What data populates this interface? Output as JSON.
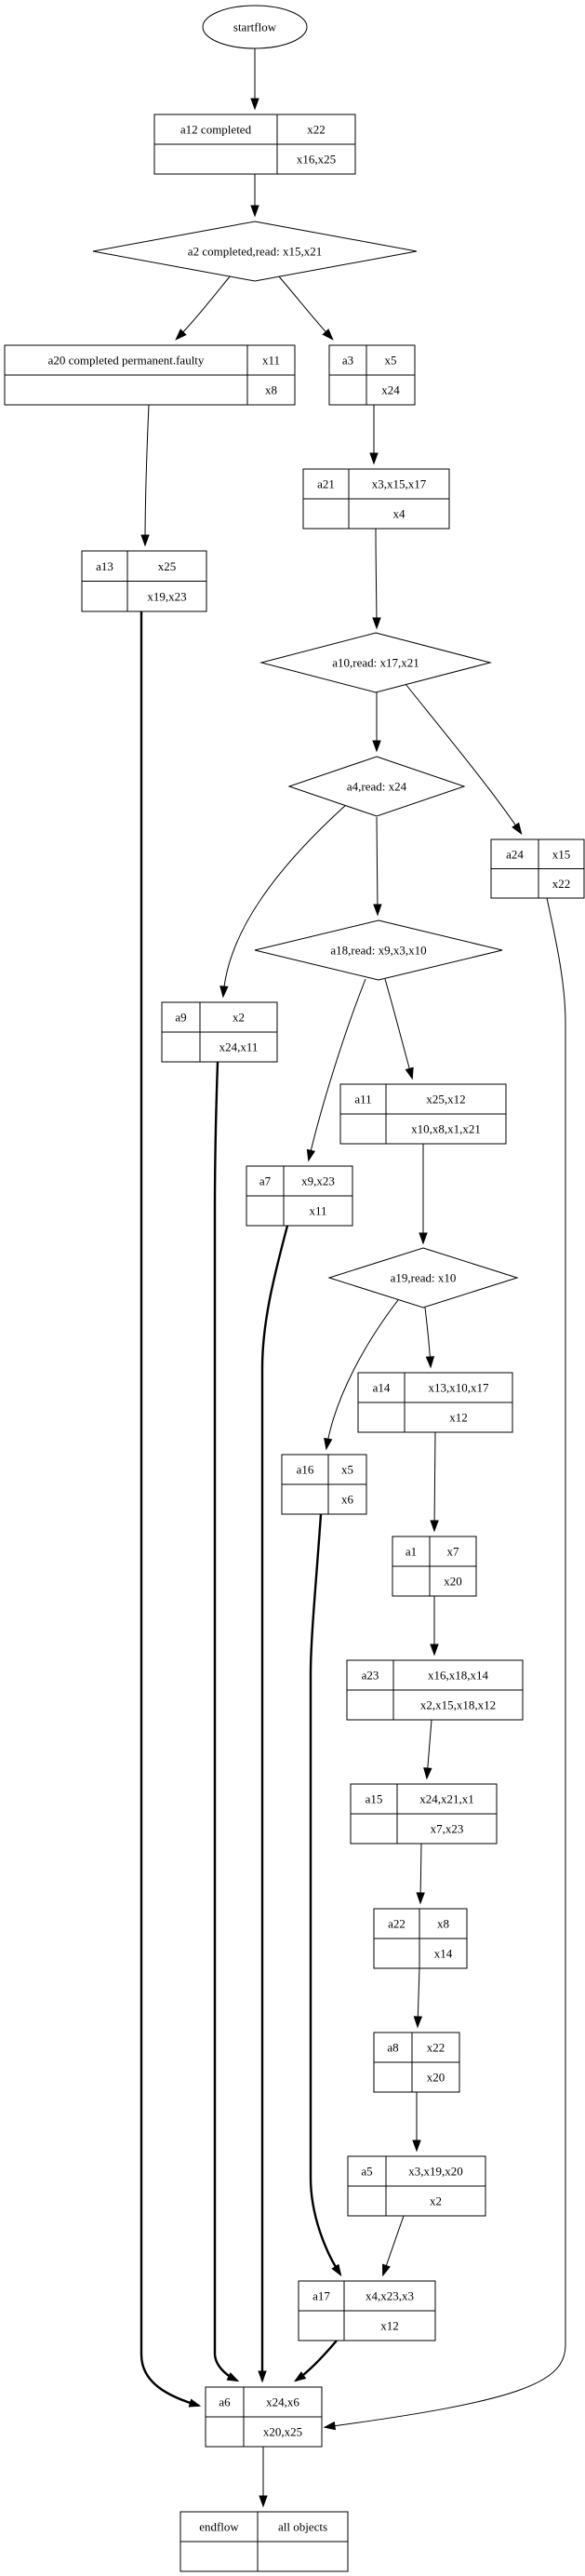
{
  "diagram": {
    "type": "workflow",
    "start": {
      "id": "startflow",
      "label": "startflow"
    },
    "records": [
      {
        "id": "a12",
        "name": "a12 completed",
        "in": "x22",
        "out": "x16,x25"
      },
      {
        "id": "a20",
        "name": "a20 completed permanent.faulty",
        "in": "x11",
        "out": "x8"
      },
      {
        "id": "a3",
        "name": "a3",
        "in": "x5",
        "out": "x24"
      },
      {
        "id": "a21",
        "name": "a21",
        "in": "x3,x15,x17",
        "out": "x4"
      },
      {
        "id": "a13",
        "name": "a13",
        "in": "x25",
        "out": "x19,x23"
      },
      {
        "id": "a24",
        "name": "a24",
        "in": "x15",
        "out": "x22"
      },
      {
        "id": "a9",
        "name": "a9",
        "in": "x2",
        "out": "x24,x11"
      },
      {
        "id": "a11",
        "name": "a11",
        "in": "x25,x12",
        "out": "x10,x8,x1,x21"
      },
      {
        "id": "a7",
        "name": "a7",
        "in": "x9,x23",
        "out": "x11"
      },
      {
        "id": "a14",
        "name": "a14",
        "in": "x13,x10,x17",
        "out": "x12"
      },
      {
        "id": "a16",
        "name": "a16",
        "in": "x5",
        "out": "x6"
      },
      {
        "id": "a1",
        "name": "a1",
        "in": "x7",
        "out": "x20"
      },
      {
        "id": "a23",
        "name": "a23",
        "in": "x16,x18,x14",
        "out": "x2,x15,x18,x12"
      },
      {
        "id": "a15",
        "name": "a15",
        "in": "x24,x21,x1",
        "out": "x7,x23"
      },
      {
        "id": "a22",
        "name": "a22",
        "in": "x8",
        "out": "x14"
      },
      {
        "id": "a8",
        "name": "a8",
        "in": "x22",
        "out": "x20"
      },
      {
        "id": "a5",
        "name": "a5",
        "in": "x3,x19,x20",
        "out": "x2"
      },
      {
        "id": "a17",
        "name": "a17",
        "in": "x4,x23,x3",
        "out": "x12"
      },
      {
        "id": "a6",
        "name": "a6",
        "in": "x24,x6",
        "out": "x20,x25"
      },
      {
        "id": "endflow",
        "name": "endflow",
        "in": "all objects",
        "out": ""
      }
    ],
    "decisions": [
      {
        "id": "a2",
        "label": "a2 completed,read: x15,x21"
      },
      {
        "id": "a10",
        "label": "a10,read: x17,x21"
      },
      {
        "id": "a4",
        "label": "a4,read: x24"
      },
      {
        "id": "a18",
        "label": "a18,read: x9,x3,x10"
      },
      {
        "id": "a19",
        "label": "a19,read: x10"
      }
    ],
    "edges": [
      {
        "from": "startflow",
        "to": "a12",
        "bold": false
      },
      {
        "from": "a12",
        "to": "a2",
        "bold": false
      },
      {
        "from": "a2",
        "to": "a20",
        "bold": false
      },
      {
        "from": "a2",
        "to": "a3",
        "bold": false
      },
      {
        "from": "a20",
        "to": "a13",
        "bold": false
      },
      {
        "from": "a3",
        "to": "a21",
        "bold": false
      },
      {
        "from": "a21",
        "to": "a10",
        "bold": false
      },
      {
        "from": "a10",
        "to": "a4",
        "bold": false
      },
      {
        "from": "a10",
        "to": "a24",
        "bold": false
      },
      {
        "from": "a4",
        "to": "a9",
        "bold": false
      },
      {
        "from": "a4",
        "to": "a18",
        "bold": false
      },
      {
        "from": "a18",
        "to": "a7",
        "bold": false
      },
      {
        "from": "a18",
        "to": "a11",
        "bold": false
      },
      {
        "from": "a11",
        "to": "a19",
        "bold": false
      },
      {
        "from": "a19",
        "to": "a16",
        "bold": false
      },
      {
        "from": "a19",
        "to": "a14",
        "bold": false
      },
      {
        "from": "a14",
        "to": "a1",
        "bold": false
      },
      {
        "from": "a1",
        "to": "a23",
        "bold": false
      },
      {
        "from": "a23",
        "to": "a15",
        "bold": false
      },
      {
        "from": "a15",
        "to": "a22",
        "bold": false
      },
      {
        "from": "a22",
        "to": "a8",
        "bold": false
      },
      {
        "from": "a8",
        "to": "a5",
        "bold": false
      },
      {
        "from": "a5",
        "to": "a17",
        "bold": false
      },
      {
        "from": "a16",
        "to": "a17",
        "bold": true
      },
      {
        "from": "a13",
        "to": "a6",
        "bold": true
      },
      {
        "from": "a9",
        "to": "a6",
        "bold": true
      },
      {
        "from": "a7",
        "to": "a6",
        "bold": true
      },
      {
        "from": "a17",
        "to": "a6",
        "bold": true
      },
      {
        "from": "a24",
        "to": "a6",
        "bold": false
      },
      {
        "from": "a6",
        "to": "endflow",
        "bold": false
      }
    ]
  }
}
